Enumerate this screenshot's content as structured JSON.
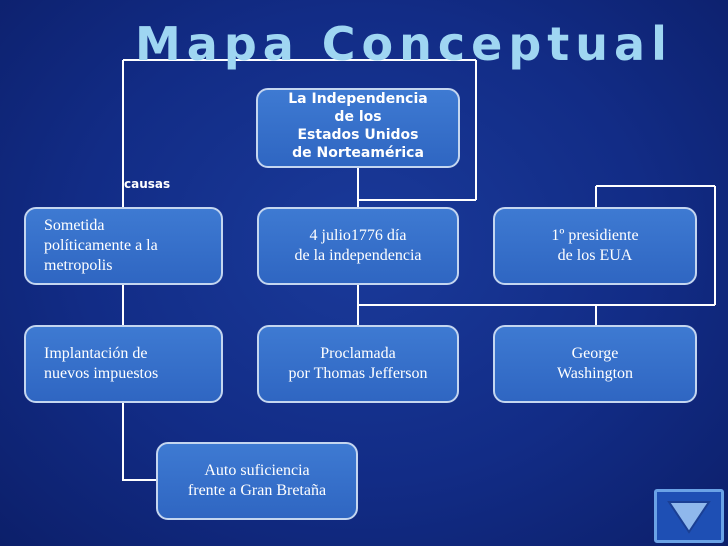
{
  "title": "Mapa Conceptual",
  "causas_label": "causas",
  "nodes": {
    "main": "La Independencia\nde los\nEstados Unidos\nde Norteamérica",
    "sometida": "Sometida\npolíticamente a la\nmetropolis",
    "fecha": "4 julio1776 día\nde la independencia",
    "presidente": "1º presidiente\nde los EUA",
    "impuestos": "Implantación de\nnuevos impuestos",
    "proclamada": "Proclamada\npor Thomas Jefferson",
    "washington": "George\nWashington",
    "autosuficiencia": "Auto suficiencia\nfrente a Gran Bretaña"
  },
  "nav_button": {
    "icon": "triangle-down-icon"
  },
  "colors": {
    "background": "#122c86",
    "title": "#9fd6f2",
    "box_fill": "#3a74cc",
    "box_border": "#c4d6f0",
    "line": "#ffffff"
  }
}
